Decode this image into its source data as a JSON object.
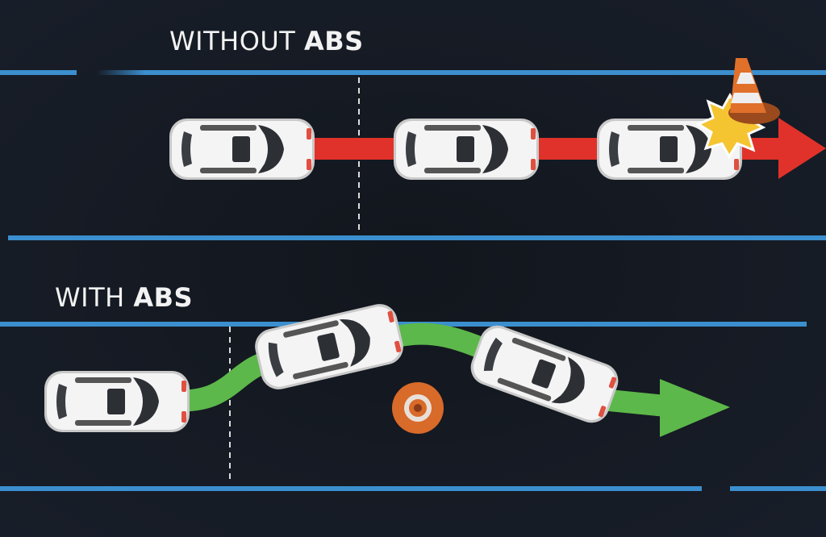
{
  "top_section": {
    "heading_prefix": "WITHOUT",
    "heading_bold": "ABS",
    "path_color": "#e0322a",
    "outcome": "collision-with-cone"
  },
  "bottom_section": {
    "heading_prefix": "WITH",
    "heading_bold": "ABS",
    "path_color": "#5cb84a",
    "outcome": "avoids-cone"
  },
  "colors": {
    "lane_line": "#3b8fce",
    "background": "#151b25",
    "cone": "#e0702a",
    "impact_star": "#f5c431"
  }
}
